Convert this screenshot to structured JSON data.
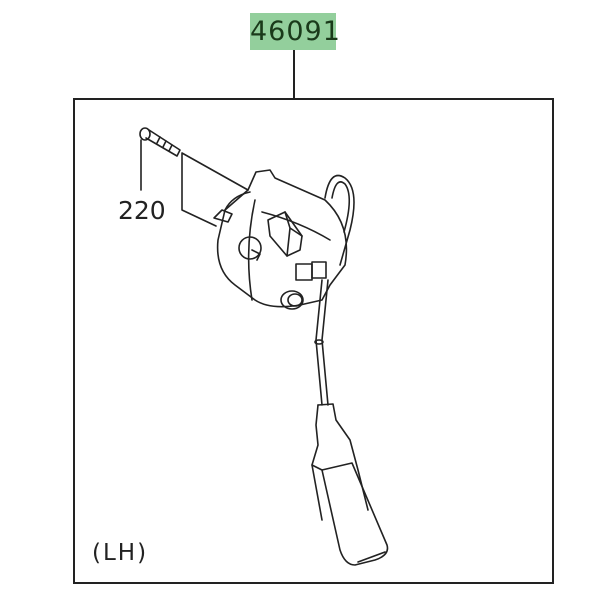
{
  "part_number": "46091",
  "reference_number": "220",
  "side_label": "(LH)",
  "colors": {
    "callout_bg": "#93cf9c",
    "line": "#222222"
  }
}
